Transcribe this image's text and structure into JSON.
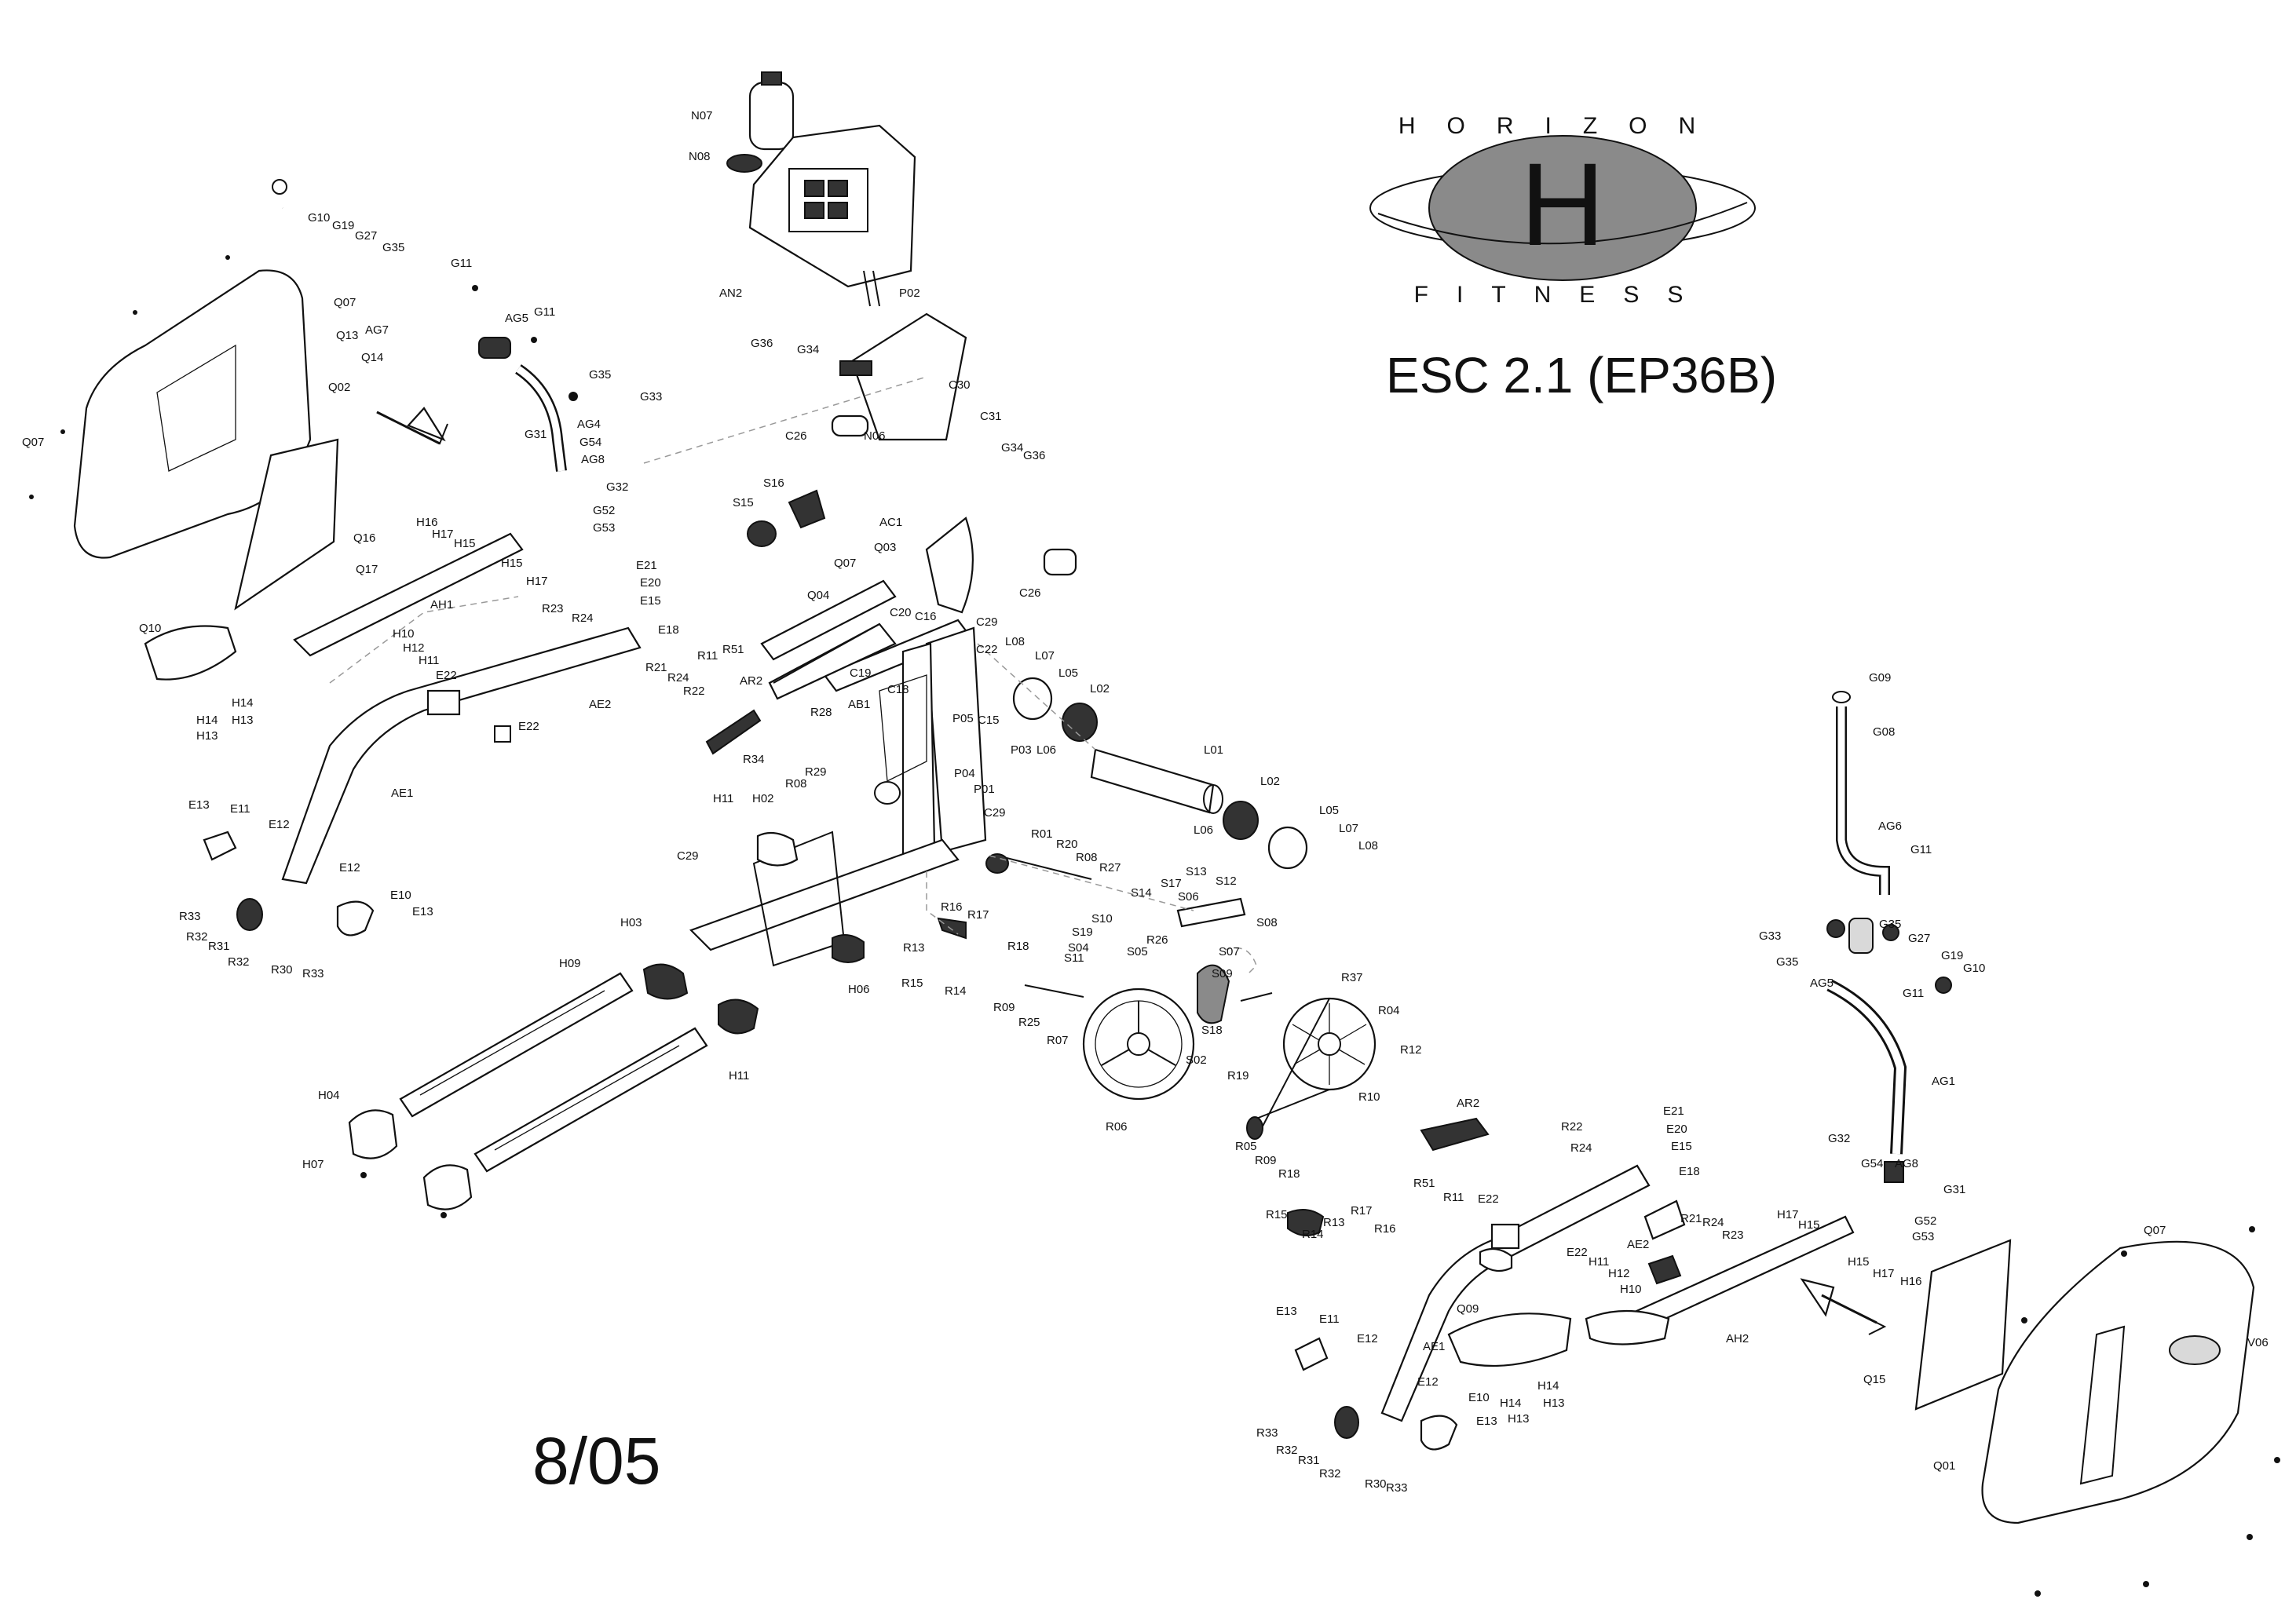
{
  "logo": {
    "top_text": "HORIZON",
    "bottom_text": "FITNESS",
    "monogram": "H"
  },
  "model_title": "ESC 2.1 (EP36B)",
  "revision_date": "8/05",
  "icons": {
    "arrow_left_assembly": "arrow-down-right-icon",
    "arrow_right_assembly": "arrow-up-left-icon"
  },
  "part_labels": [
    "N07",
    "N08",
    "AN2",
    "P02",
    "G10",
    "G19",
    "G27",
    "G35",
    "G11",
    "AG5",
    "Q07",
    "AG7",
    "Q13",
    "Q14",
    "Q02",
    "Q07",
    "G11",
    "G35",
    "G33",
    "G31",
    "AG4",
    "G54",
    "AG8",
    "G32",
    "G52",
    "G53",
    "Q16",
    "H16",
    "H17",
    "H15",
    "H15",
    "H17",
    "Q17",
    "AH1",
    "Q10",
    "H10",
    "H12",
    "H11",
    "H14",
    "H13",
    "H14",
    "H13",
    "G36",
    "G34",
    "C26",
    "N06",
    "C30",
    "C31",
    "G34",
    "G36",
    "S16",
    "S15",
    "AC1",
    "Q07",
    "Q03",
    "C26",
    "E21",
    "E20",
    "E15",
    "E18",
    "R23",
    "R24",
    "E22",
    "R21",
    "R24",
    "R22",
    "AE2",
    "R11",
    "R51",
    "AR2",
    "R34",
    "E22",
    "AE1",
    "Q04",
    "C20",
    "C16",
    "C29",
    "C22",
    "L08",
    "L07",
    "L05",
    "L02",
    "C19",
    "C18",
    "AB1",
    "P05",
    "C15",
    "P03",
    "L06",
    "P01",
    "P04",
    "L01",
    "R28",
    "R29",
    "R08",
    "E13",
    "E11",
    "E12",
    "E12",
    "E10",
    "E13",
    "R33",
    "R32",
    "R31",
    "R32",
    "R30",
    "R33",
    "H11",
    "H02",
    "C29",
    "C29",
    "R01",
    "R20",
    "R08",
    "R27",
    "L02",
    "L05",
    "L07",
    "L08",
    "L06",
    "H03",
    "H09",
    "H04",
    "H07",
    "H11",
    "H06",
    "R16",
    "R17",
    "R13",
    "R15",
    "R14",
    "R18",
    "R09",
    "R25",
    "R07",
    "S14",
    "S17",
    "S13",
    "S12",
    "S10",
    "S06",
    "S08",
    "S19",
    "S04",
    "S05",
    "R26",
    "S11",
    "S07",
    "S09",
    "S18",
    "S02",
    "R06",
    "R37",
    "R04",
    "R12",
    "R19",
    "R10",
    "R05",
    "R09",
    "R18",
    "G09",
    "G08",
    "AG6",
    "G11",
    "G33",
    "G35",
    "AG5",
    "G35",
    "G27",
    "G19",
    "G10",
    "G11",
    "AG1",
    "G32",
    "G54",
    "AG8",
    "G31",
    "G52",
    "G53",
    "AR2",
    "R22",
    "R24",
    "R51",
    "R11",
    "E22",
    "E21",
    "E20",
    "E15",
    "E18",
    "R15",
    "R13",
    "R17",
    "R16",
    "R14",
    "R21",
    "R24",
    "R23",
    "AE2",
    "E22",
    "H11",
    "H12",
    "H10",
    "H17",
    "H15",
    "H15",
    "H17",
    "H16",
    "Q09",
    "AH2",
    "E13",
    "E11",
    "E12",
    "AE1",
    "E12",
    "E10",
    "E13",
    "H14",
    "H13",
    "H14",
    "H13",
    "R33",
    "R32",
    "R31",
    "R32",
    "R30",
    "R33",
    "Q07",
    "V06",
    "Q15",
    "Q01"
  ]
}
